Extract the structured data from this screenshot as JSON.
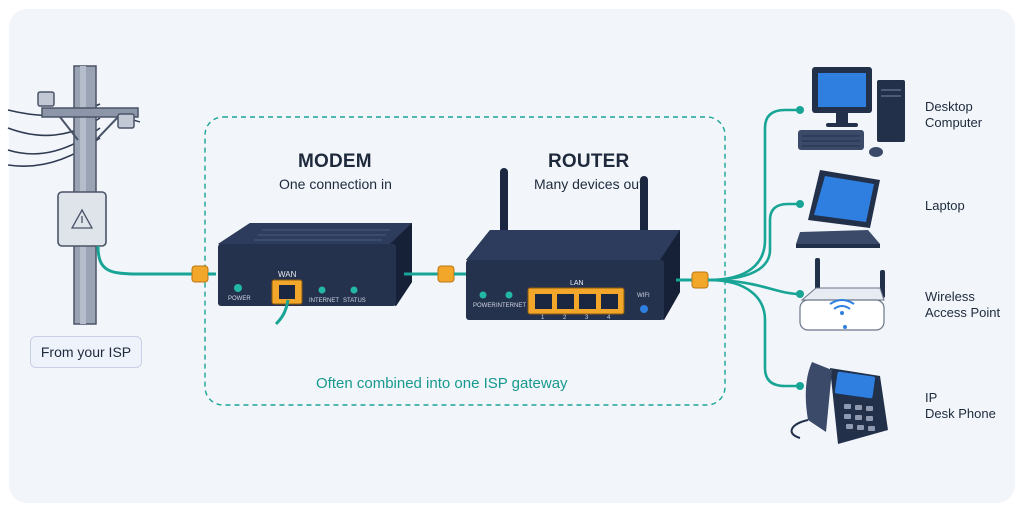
{
  "source": {
    "label": "From your ISP"
  },
  "modem": {
    "title": "MODEM",
    "subtitle": "One connection in",
    "port_label": "WAN",
    "leds": [
      "POWER",
      "INTERNET",
      "STATUS"
    ]
  },
  "router": {
    "title": "ROUTER",
    "subtitle": "Many devices out",
    "lan_label": "LAN",
    "port_numbers": [
      "1",
      "2",
      "3",
      "4"
    ],
    "leds": [
      "POWER",
      "INTERNET"
    ],
    "wifi_label": "WIFI"
  },
  "gateway_note": "Often combined into one ISP gateway",
  "devices": [
    {
      "line1": "Desktop",
      "line2": "Computer",
      "icon": "desktop-computer-icon"
    },
    {
      "line1": "Laptop",
      "line2": "",
      "icon": "laptop-icon"
    },
    {
      "line1": "Wireless",
      "line2": "Access Point",
      "icon": "wireless-access-point-icon"
    },
    {
      "line1": "IP",
      "line2": "Desk Phone",
      "icon": "ip-desk-phone-icon"
    }
  ],
  "colors": {
    "cable": "#18a596",
    "connector": "#f2a62a",
    "device_dark": "#26344f",
    "port_highlight": "#f2a62a",
    "led": "#23b7a6",
    "panel_bg": "#f2f5fa"
  }
}
